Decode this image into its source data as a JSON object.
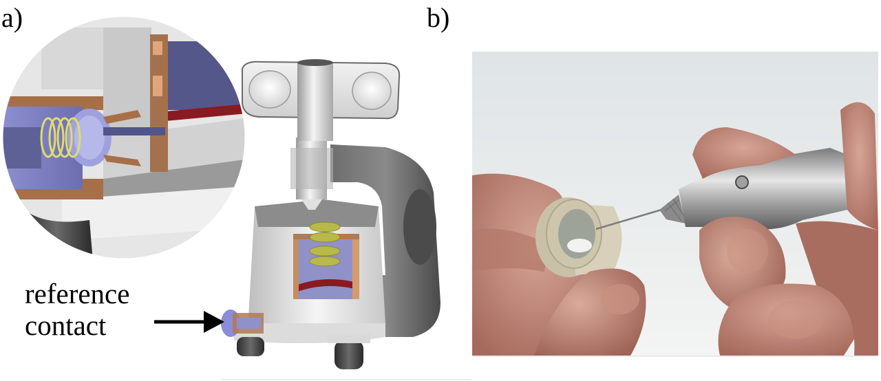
{
  "figure": {
    "panels": [
      {
        "id": "a",
        "label": "a)",
        "description": "CAD cut-away rendering of a cell holder with magnified inset of the spring-loaded contact",
        "callout": {
          "line1": "reference",
          "line2": "contact"
        }
      },
      {
        "id": "b",
        "label": "b)",
        "description": "Photograph of hands holding a beige ring-shaped part and a metal tool with a needle tip"
      }
    ],
    "colors": {
      "copper": "#b9835c",
      "insulator_blue": "#6d6fa8",
      "spring_yellow": "#d9d66a",
      "seal_red": "#8a1a22",
      "body_grey": "#d4d4d4",
      "dark_grey": "#5c5c5c",
      "skin": "#c48f80",
      "ring_beige": "#cdc4ae",
      "photo_bg": "#e9ecec"
    }
  }
}
